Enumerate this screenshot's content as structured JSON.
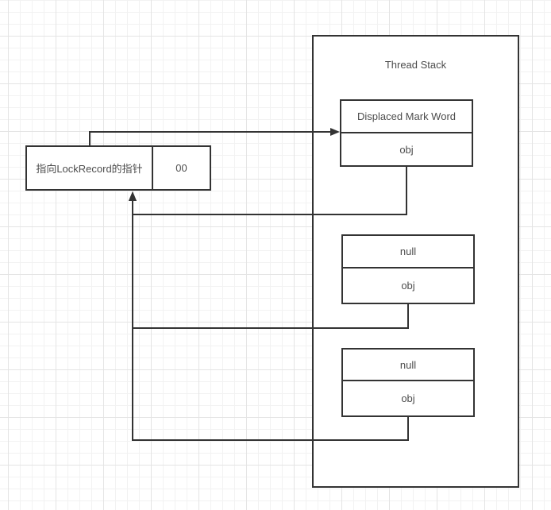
{
  "colors": {
    "line": "#333333",
    "text": "#4d4d4d",
    "bg": "#ffffff",
    "grid-minor": "#f2f2f2",
    "grid-major": "#e4e4e4"
  },
  "thread_stack": {
    "title": "Thread Stack",
    "frames": [
      {
        "top": "Displaced Mark Word",
        "bottom": "obj"
      },
      {
        "top": "null",
        "bottom": "obj"
      },
      {
        "top": "null",
        "bottom": "obj"
      }
    ]
  },
  "object_header": {
    "pointer_label": "指向LockRecord的指针",
    "flag_bits": "00"
  }
}
